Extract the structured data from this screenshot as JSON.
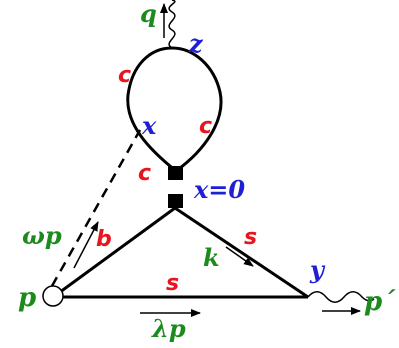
{
  "colors": {
    "line": "#000000",
    "red": "#e8141e",
    "blue": "#1f1fd6",
    "green": "#1c8a1c"
  },
  "labels": {
    "q": "q",
    "z": "z",
    "c_top_left": "c",
    "x": "x",
    "c_right": "c",
    "c_bottom_left": "c",
    "x_eq_0": "x=0",
    "omega_p": "ωp",
    "b": "b",
    "s_right": "s",
    "k": "k",
    "y": "y",
    "s_bottom": "s",
    "p": "p",
    "p_prime": "p´",
    "lambda_p": "λp"
  }
}
